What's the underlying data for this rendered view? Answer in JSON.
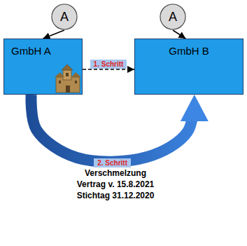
{
  "diagram": {
    "nodes": [
      {
        "text": [
          "A"
        ]
      },
      {
        "text": [
          "A"
        ]
      },
      {
        "text": [
          "GmbH A"
        ]
      },
      {
        "text": [
          "GmbH B"
        ]
      }
    ],
    "edges": [
      {
        "from": 0,
        "to": 2,
        "arrow": "to"
      },
      {
        "from": 1,
        "to": 3,
        "arrow": "to"
      },
      {
        "from": 2,
        "to": 3,
        "arrow": "to",
        "label": "1. Schritt"
      },
      {
        "from": 2,
        "to": 3,
        "arrow": "to",
        "label": "2. Schritt"
      }
    ],
    "labels": [
      "Verschmelzung",
      "Vertrag v. 15.8.2021",
      "Stichtag 31.12.2020"
    ]
  }
}
